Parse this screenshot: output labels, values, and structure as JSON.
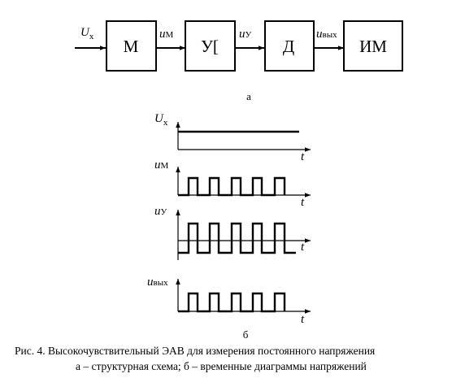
{
  "block_diagram": {
    "input_label": "U",
    "input_sub": "x",
    "blocks": [
      {
        "id": "m",
        "label": "М"
      },
      {
        "id": "u",
        "label": "У["
      },
      {
        "id": "d",
        "label": "Д"
      },
      {
        "id": "im",
        "label": "ИМ"
      }
    ],
    "links": [
      {
        "label": "u",
        "sub": "М"
      },
      {
        "label": "u",
        "sub": "У"
      },
      {
        "label": "u",
        "sub": "вых"
      }
    ],
    "part_label": "а"
  },
  "timing": {
    "time_label": "t",
    "part_label": "б",
    "signals": [
      {
        "label": "U",
        "sub": "x",
        "type": "constant"
      },
      {
        "label": "u",
        "sub": "М",
        "type": "unipolar_pulses",
        "pulses": 5
      },
      {
        "label": "u",
        "sub": "У",
        "type": "bipolar_square",
        "pulses": 5
      },
      {
        "label": "u",
        "sub": "вых",
        "type": "unipolar_pulses",
        "pulses": 5
      }
    ]
  },
  "caption": {
    "line1": "Рис. 4. Высокочувствительный ЭАВ для измерения постоянного напряжения",
    "line2": "а – структурная схема; б – временные диаграммы напряжений"
  }
}
